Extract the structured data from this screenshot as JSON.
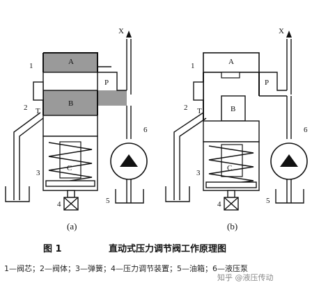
{
  "diagram_a": {
    "label_A": "A",
    "label_B": "B",
    "label_C": "C",
    "label_P": "P",
    "label_T": "T",
    "label_X": "X",
    "num_1": "1",
    "num_2": "2",
    "num_3": "3",
    "num_4": "4",
    "num_5": "5",
    "num_6": "6",
    "caption": "(a)"
  },
  "diagram_b": {
    "label_A": "A",
    "label_B": "B",
    "label_C": "C",
    "label_P": "P",
    "label_T": "T",
    "label_X": "X",
    "num_1": "1",
    "num_2": "2",
    "num_3": "3",
    "num_4": "4",
    "num_5": "5",
    "num_6": "6",
    "caption": "(b)"
  },
  "figure_number": "图 1",
  "figure_title": "直动式压力调节阀工作原理图",
  "legend_text": "1—阀芯；2—阀体；3—弹簧；4—压力调节装置；5—油箱；6—液压泵",
  "watermark": "知乎 @液压传动",
  "colors": {
    "shaded": "#9a9a9a",
    "line": "#111111",
    "paper": "#ffffff"
  }
}
